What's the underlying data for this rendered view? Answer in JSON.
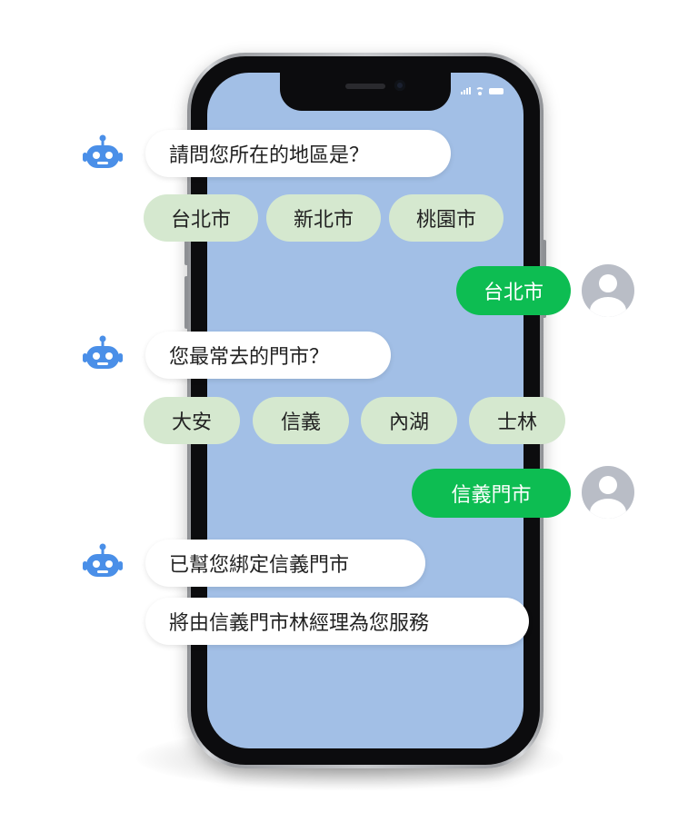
{
  "colors": {
    "screen": "#a2bfe6",
    "bot_icon": "#4a8fe8",
    "option_chip": "#d5e8cf",
    "user_reply": "#0dbd52",
    "user_avatar": "#b9bdc6"
  },
  "status_bar": {
    "icons": [
      "signal-icon",
      "wifi-icon",
      "battery-icon"
    ]
  },
  "chat": {
    "q1": "請問您所在的地區是？",
    "region_options": [
      "台北市",
      "新北市",
      "桃園市"
    ],
    "a1": "台北市",
    "q2": "您最常去的門市？",
    "store_options": [
      "大安",
      "信義",
      "內湖",
      "士林"
    ],
    "a2": "信義門市",
    "confirm_line1": "已幫您綁定信義門市",
    "confirm_line2": "將由信義門市林經理為您服務"
  }
}
